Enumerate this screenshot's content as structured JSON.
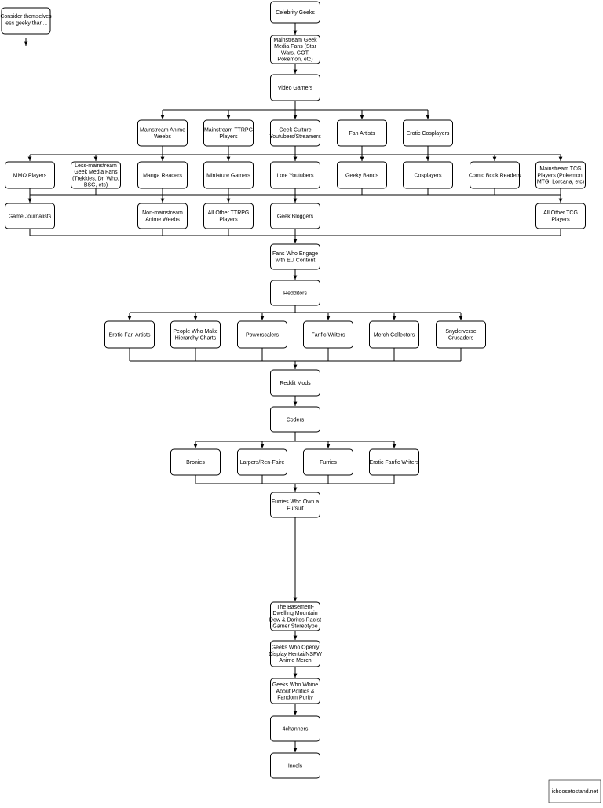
{
  "legend": {
    "text": [
      "Consider themselves",
      "less geeky than..."
    ]
  },
  "watermark": "ichoosetostand.net",
  "levels": [
    [
      {
        "id": "celebrity",
        "lines": [
          "Celebrity Geeks"
        ]
      }
    ],
    [
      {
        "id": "mainstream-media",
        "lines": [
          "Mainstream Geek",
          "Media Fans (Star",
          "Wars, GOT,",
          "Pokemon, etc)"
        ]
      }
    ],
    [
      {
        "id": "video-gamers",
        "lines": [
          "Video Gamers"
        ]
      }
    ],
    [
      {
        "id": "anime-weebs",
        "lines": [
          "Mainstream Anime",
          "Weebs"
        ]
      },
      {
        "id": "ttrpg",
        "lines": [
          "Mainstream TTRPG",
          "Players"
        ]
      },
      {
        "id": "youtubers",
        "lines": [
          "Geek Culture",
          "Youtubers/Streamers"
        ]
      },
      {
        "id": "fan-artists",
        "lines": [
          "Fan Artists"
        ]
      },
      {
        "id": "erotic-cosplayers",
        "lines": [
          "Erotic Cosplayers"
        ]
      }
    ],
    [
      {
        "id": "mmo",
        "lines": [
          "MMO Players"
        ]
      },
      {
        "id": "less-mainstream",
        "lines": [
          "Less-mainstream",
          "Geek Media Fans",
          "(Trekkies, Dr. Who,",
          "BSG, etc)"
        ]
      },
      {
        "id": "manga",
        "lines": [
          "Manga Readers"
        ]
      },
      {
        "id": "miniature",
        "lines": [
          "Miniature Gamers"
        ]
      },
      {
        "id": "lore-youtubers",
        "lines": [
          "Lore Youtubers"
        ]
      },
      {
        "id": "geeky-bands",
        "lines": [
          "Geeky Bands"
        ]
      },
      {
        "id": "cosplayers",
        "lines": [
          "Cosplayers"
        ]
      },
      {
        "id": "comic-readers",
        "lines": [
          "Comic Book Readers"
        ]
      },
      {
        "id": "tcg",
        "lines": [
          "Mainstream TCG",
          "Players (Pokemon,",
          "MTG, Lorcana, etc)"
        ]
      }
    ],
    [
      {
        "id": "game-journalists",
        "lines": [
          "Game Journalists"
        ]
      },
      {
        "id": "non-mainstream-anime",
        "lines": [
          "Non-mainstream",
          "Anime Weebs"
        ]
      },
      {
        "id": "other-ttrpg",
        "lines": [
          "All Other TTRPG",
          "Players"
        ]
      },
      {
        "id": "geek-bloggers",
        "lines": [
          "Geek Bloggers"
        ]
      },
      {
        "id": "other-tcg",
        "lines": [
          "All Other TCG",
          "Players"
        ]
      }
    ],
    [
      {
        "id": "eu-content",
        "lines": [
          "Fans Who Engage",
          "with EU Content"
        ]
      }
    ],
    [
      {
        "id": "redditors",
        "lines": [
          "Redditors"
        ]
      }
    ],
    [
      {
        "id": "erotic-fan-artists",
        "lines": [
          "Erotic Fan Artists"
        ]
      },
      {
        "id": "hierarchy-charts",
        "lines": [
          "People Who Make",
          "Hierarchy Charts"
        ]
      },
      {
        "id": "powerscalers",
        "lines": [
          "Powerscalers"
        ]
      },
      {
        "id": "fanfic",
        "lines": [
          "Fanfic Writers"
        ]
      },
      {
        "id": "merch",
        "lines": [
          "Merch Collectors"
        ]
      },
      {
        "id": "snyderverse",
        "lines": [
          "Snyderverse",
          "Crusaders"
        ]
      }
    ],
    [
      {
        "id": "reddit-mods",
        "lines": [
          "Reddit Mods"
        ]
      }
    ],
    [
      {
        "id": "coders",
        "lines": [
          "Coders"
        ]
      }
    ],
    [
      {
        "id": "bronies",
        "lines": [
          "Bronies"
        ]
      },
      {
        "id": "larpers",
        "lines": [
          "Larpers/Ren-Faire"
        ]
      },
      {
        "id": "furries",
        "lines": [
          "Furries"
        ]
      },
      {
        "id": "erotic-fanfic",
        "lines": [
          "Erotic Fanfic Writers"
        ]
      }
    ],
    [
      {
        "id": "fursuit",
        "lines": [
          "Furries Who Own a",
          "Fursuit"
        ]
      }
    ],
    [
      {
        "id": "basement",
        "lines": [
          "The Basement-",
          "Dwelling Mountain",
          "Dew & Doritos Racist",
          "Gamer Stereotype"
        ]
      }
    ],
    [
      {
        "id": "hentai-merch",
        "lines": [
          "Geeks Who Openly",
          "Display Hentai/NSFW",
          "Anime Merch"
        ]
      }
    ],
    [
      {
        "id": "whiners",
        "lines": [
          "Geeks Who Whine",
          "About Politics &",
          "Fandom Purity"
        ]
      }
    ],
    [
      {
        "id": "4channers",
        "lines": [
          "4channers"
        ]
      }
    ],
    [
      {
        "id": "incels",
        "lines": [
          "Incels"
        ]
      }
    ]
  ]
}
